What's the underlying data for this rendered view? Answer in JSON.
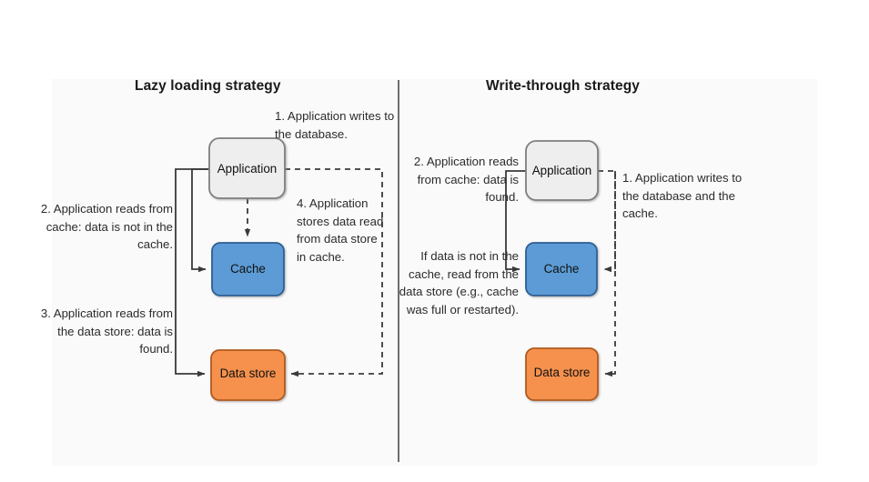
{
  "page": {
    "background": "#ffffff",
    "panel_background": "#fafafa"
  },
  "colors": {
    "application_fill": "#eeeeee",
    "application_stroke": "#7f7f7f",
    "cache_fill": "#5b9bd5",
    "cache_stroke": "#2f5f93",
    "datastore_fill": "#f5914e",
    "datastore_stroke": "#b05a1f",
    "line": "#3a3a3a",
    "divider": "#6e6e6e",
    "text": "#2b2b2b",
    "title_text": "#1a1a1a"
  },
  "panels": {
    "left": {
      "title": "Lazy loading strategy",
      "nodes": {
        "application": "Application",
        "cache": "Cache",
        "datastore": "Data store"
      },
      "notes": {
        "step1": "1. Application writes to the database.",
        "step2": "2. Application reads from cache: data is not in the cache.",
        "step3": "3. Application reads from the data store: data is found.",
        "step4": "4. Application stores data read from data store in cache."
      }
    },
    "right": {
      "title": "Write-through strategy",
      "nodes": {
        "application": "Application",
        "cache": "Cache",
        "datastore": "Data store"
      },
      "notes": {
        "step1": "1. Application writes to the database and the cache.",
        "step2": "2. Application reads from cache: data is found.",
        "fallback": "If data is not in the cache, read from the data store (e.g., cache was full or restarted)."
      }
    }
  }
}
